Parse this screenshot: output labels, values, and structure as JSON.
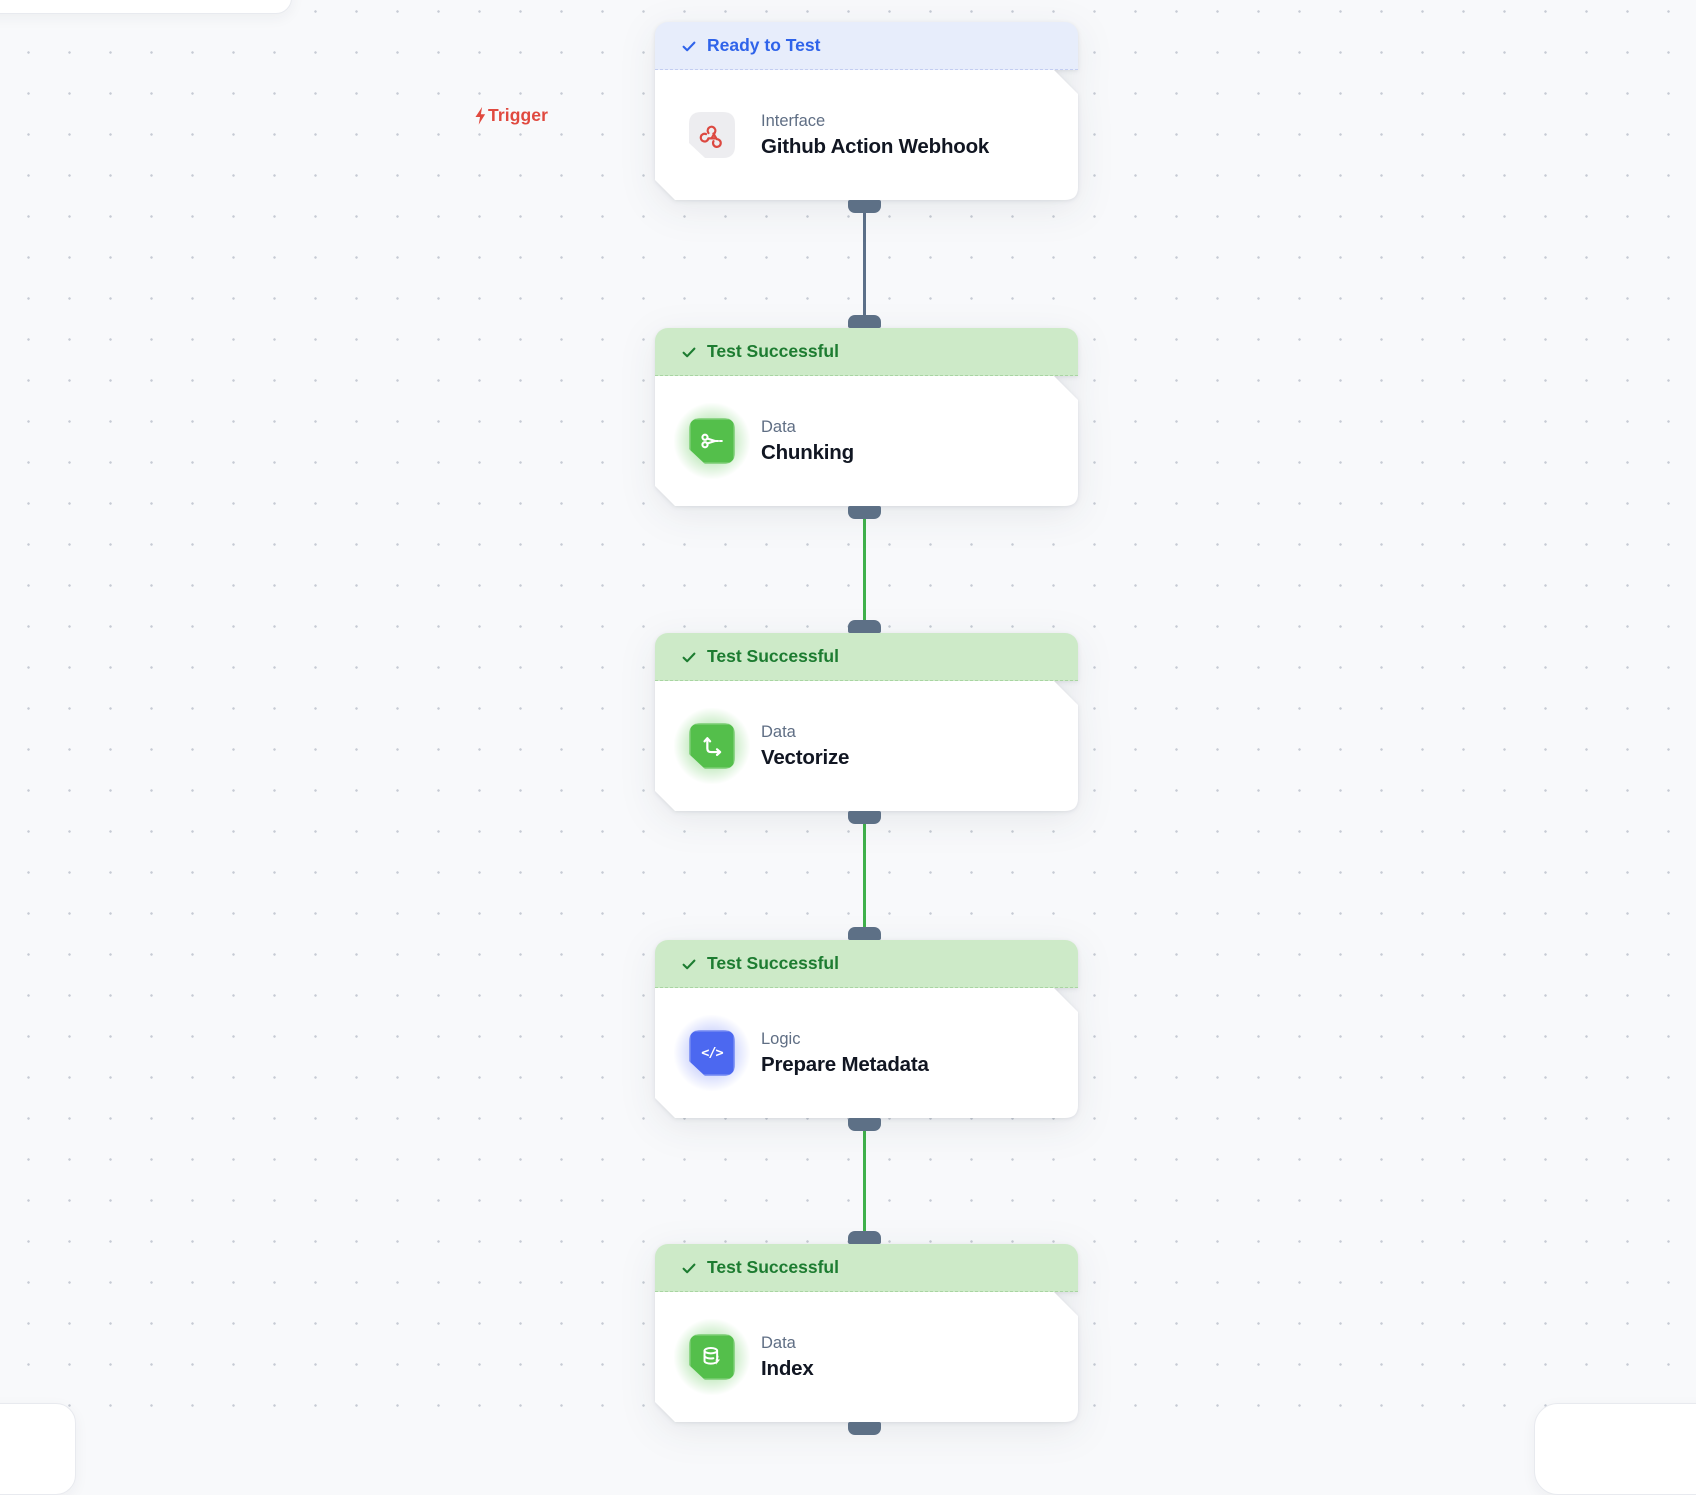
{
  "canvas": {
    "trigger_label": "Trigger",
    "background_color": "#f8f9fb",
    "dot_color": "#c6cbd4"
  },
  "palette": {
    "ready_header_bg": "#e7edfb",
    "ready_header_text": "#2f63ea",
    "success_header_bg": "#cdeac8",
    "success_header_text": "#1d7c31",
    "trigger_red": "#e0493f",
    "icon_green": "#54bf4b",
    "icon_blue": "#4c68f0",
    "icon_neutral_bg": "#ededf0",
    "edge_pending": "#5c7089",
    "edge_success": "#3fb14b",
    "port": "#5d7086"
  },
  "nodes": [
    {
      "status_label": "Ready to Test",
      "status_type": "ready",
      "category": "Interface",
      "title": "Github Action Webhook",
      "icon": "webhook-icon"
    },
    {
      "status_label": "Test Successful",
      "status_type": "success",
      "category": "Data",
      "title": "Chunking",
      "icon": "scissors-chunk-icon"
    },
    {
      "status_label": "Test Successful",
      "status_type": "success",
      "category": "Data",
      "title": "Vectorize",
      "icon": "axes-vector-icon"
    },
    {
      "status_label": "Test Successful",
      "status_type": "success",
      "category": "Logic",
      "title": "Prepare Metadata",
      "icon": "code-icon"
    },
    {
      "status_label": "Test Successful",
      "status_type": "success",
      "category": "Data",
      "title": "Index",
      "icon": "database-bolt-icon"
    }
  ],
  "edges": [
    {
      "from": "Github Action Webhook",
      "to": "Chunking",
      "color": "#5c7089"
    },
    {
      "from": "Chunking",
      "to": "Vectorize",
      "color": "#3fb14b"
    },
    {
      "from": "Vectorize",
      "to": "Prepare Metadata",
      "color": "#3fb14b"
    },
    {
      "from": "Prepare Metadata",
      "to": "Index",
      "color": "#3fb14b"
    }
  ],
  "logic_glyph": "</>"
}
